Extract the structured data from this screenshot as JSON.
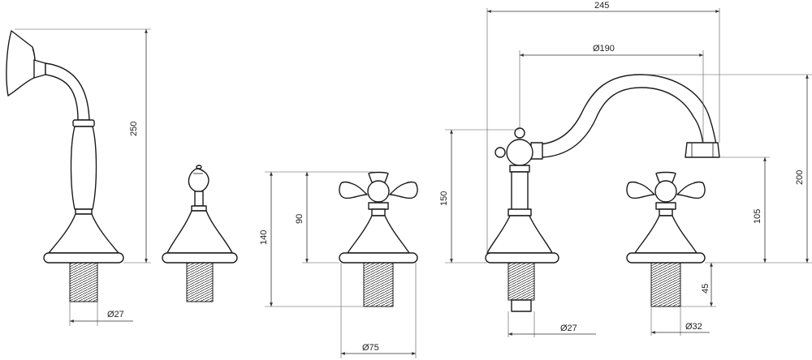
{
  "components": [
    "hand-shower",
    "diverter-valve",
    "left-cross-handle-valve",
    "spout-assembly",
    "right-cross-handle-valve"
  ],
  "dimensions": {
    "handshower_height": "250",
    "handshower_thread_dia": "Ø27",
    "valve_total_height": "140",
    "valve_body_height": "90",
    "base_dia": "Ø75",
    "spout_body_height": "150",
    "spout_width": "245",
    "spout_reach": "Ø190",
    "spout_total_height": "200",
    "spout_outlet_height": "105",
    "spout_thread_dia": "Ø27",
    "valve_thread_length": "45",
    "valve_thread_dia": "Ø32"
  }
}
